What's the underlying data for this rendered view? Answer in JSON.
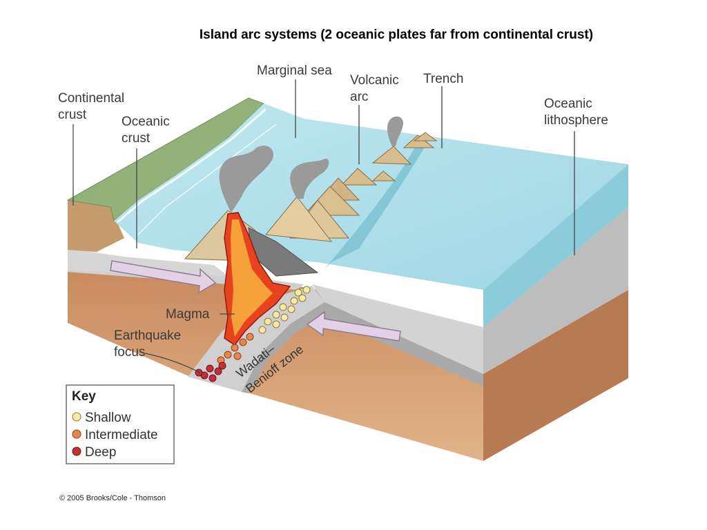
{
  "title": "Island arc systems (2 oceanic plates far from continental crust)",
  "labels": {
    "marginal_sea": "Marginal sea",
    "volcanic_arc_1": "Volcanic",
    "volcanic_arc_2": "arc",
    "trench": "Trench",
    "continental_crust_1": "Continental",
    "continental_crust_2": "crust",
    "oceanic_crust_1": "Oceanic",
    "oceanic_crust_2": "crust",
    "oceanic_lithosphere_1": "Oceanic",
    "oceanic_lithosphere_2": "lithosphere",
    "magma": "Magma",
    "earthquake_focus_1": "Earthquake",
    "earthquake_focus_2": "focus",
    "wadati_1": "Wadati–",
    "wadati_2": "Benioff zone"
  },
  "key": {
    "title": "Key",
    "items": [
      {
        "label": "Shallow",
        "color": "#f6e9a6"
      },
      {
        "label": "Intermediate",
        "color": "#e8874a"
      },
      {
        "label": "Deep",
        "color": "#c0323a"
      }
    ]
  },
  "colors": {
    "sea": "#a8dde8",
    "sea_dark": "#7ec8d8",
    "lithosphere": "#cfcfcf",
    "mantle": "#d39a6e",
    "land": "#93b27a",
    "volcano": "#dcc79e",
    "lava": "#e8431f"
  },
  "copyright": "© 2005 Brooks/Cole - Thomson"
}
